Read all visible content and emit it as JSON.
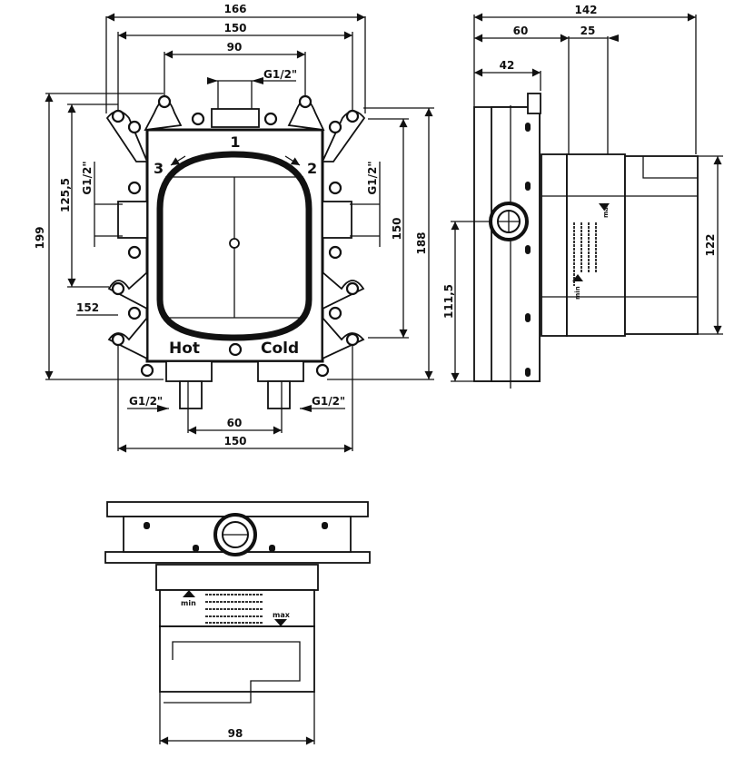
{
  "drawing": {
    "front_view": {
      "dimensions": {
        "overall_width": "166",
        "mount_width": "150",
        "outlet_spacing": "90",
        "top_thread": "G1/2\"",
        "left_height_outer": "199",
        "left_height_inner": "125,5",
        "left_thread": "G1/2\"",
        "left_offset": "152",
        "right_thread": "G1/2\"",
        "right_height_inner": "150",
        "right_height_outer": "188",
        "bottom_thread_left": "G1/2\"",
        "bottom_thread_right": "G1/2\"",
        "inlet_spacing": "60",
        "bottom_width": "150"
      },
      "labels": {
        "port_1": "1",
        "port_2": "2",
        "port_3": "3",
        "hot": "Hot",
        "cold": "Cold"
      }
    },
    "side_view": {
      "dimensions": {
        "overall_depth": "142",
        "depth_60": "60",
        "depth_25": "25",
        "depth_42": "42",
        "height_122": "122",
        "height_111_5": "111,5"
      },
      "labels": {
        "min": "min",
        "max": "max"
      }
    },
    "bottom_view": {
      "dimensions": {
        "width": "98"
      },
      "labels": {
        "min": "min",
        "max": "max"
      }
    }
  }
}
